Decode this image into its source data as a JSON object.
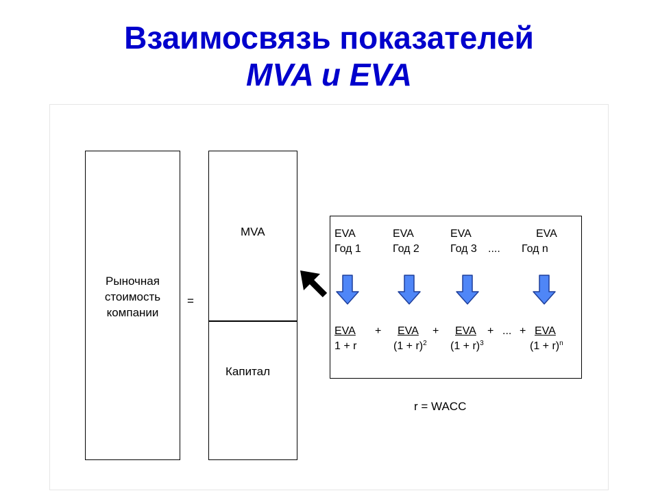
{
  "title": {
    "line1": "Взаимосвязь показателей",
    "line2": "MVA и EVA"
  },
  "market_value": {
    "line1": "Рыночная",
    "line2": "стоимость",
    "line3": "компании"
  },
  "equals": "=",
  "composition": {
    "top": "MVA",
    "bottom": "Капитал"
  },
  "eva_years": [
    {
      "label": "EVA",
      "year": "Год 1"
    },
    {
      "label": "EVA",
      "year": "Год 2"
    },
    {
      "label": "EVA",
      "year": "Год 3"
    },
    {
      "label": "EVA",
      "year": "Год n"
    }
  ],
  "ellipsis": "....",
  "formula": {
    "terms": [
      {
        "num": "EVA",
        "den": "1 + r",
        "exp": ""
      },
      {
        "num": "EVA",
        "den": "(1 + r)",
        "exp": "2"
      },
      {
        "num": "EVA",
        "den": "(1 + r)",
        "exp": "3"
      },
      {
        "num": "EVA",
        "den": "(1 + r)",
        "exp": "n"
      }
    ],
    "plus": "+",
    "dots": "..."
  },
  "note": "r = WACC",
  "colors": {
    "title": "#0000cc",
    "arrow_fill": "#4f86f7",
    "arrow_stroke": "#1f3f9a",
    "border": "#000000"
  },
  "icons": {
    "down_arrows": "down-arrow-icon",
    "pointer": "pointer-arrow-icon"
  }
}
